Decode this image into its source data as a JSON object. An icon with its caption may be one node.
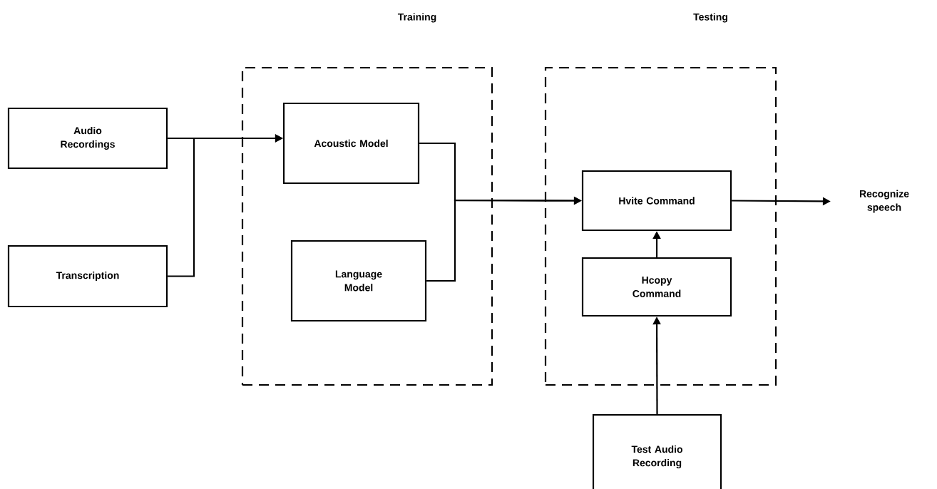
{
  "diagram": {
    "nodes": [
      {
        "text": [
          "Training"
        ]
      },
      {
        "text": [
          "Testing"
        ]
      },
      {
        "text": [
          "Audio Recordings"
        ]
      },
      {
        "text": [
          "Transcription"
        ]
      },
      {
        "text": [
          "Acoustic Model"
        ],
        "in": 0
      },
      {
        "text": [
          "Language Model"
        ],
        "in": 0
      },
      {
        "text": [
          "Hvite Command"
        ],
        "in": 1
      },
      {
        "text": [
          "Hcopy Command"
        ],
        "in": 1
      },
      {
        "text": [
          "Test Audio Recording"
        ]
      },
      {
        "text": [
          "Recognize speech"
        ]
      }
    ],
    "edges": [
      {
        "from": 2,
        "to": 4,
        "arrow": "to"
      },
      {
        "from": 3,
        "to": 4,
        "arrow": "to"
      },
      {
        "from": 4,
        "to": 6,
        "arrow": "to"
      },
      {
        "from": 5,
        "to": 6,
        "arrow": "to"
      },
      {
        "from": 7,
        "to": 6,
        "arrow": "to"
      },
      {
        "from": 8,
        "to": 7,
        "arrow": "to"
      },
      {
        "from": 6,
        "to": 9,
        "arrow": "to"
      }
    ]
  }
}
